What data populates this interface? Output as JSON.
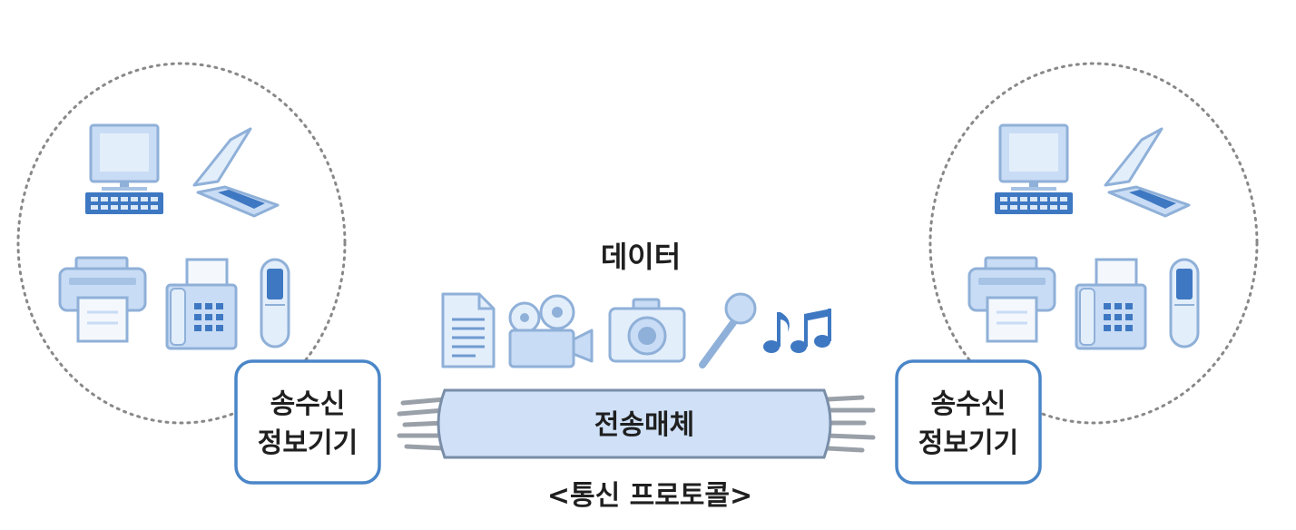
{
  "data_label": "데이터",
  "medium_label": "전송매체",
  "protocol_label": "<통신 프로토콜>",
  "left_device": {
    "line1": "송수신",
    "line2": "정보기기"
  },
  "right_device": {
    "line1": "송수신",
    "line2": "정보기기"
  },
  "data_icons": [
    "document-icon",
    "video-camera-icon",
    "photo-camera-icon",
    "microphone-icon",
    "music-note-icon"
  ],
  "device_icons": [
    "computer-icon",
    "scanner-icon",
    "printer-icon",
    "fax-icon",
    "cell-phone-icon"
  ],
  "colors": {
    "icon_fill": "#c9dcf5",
    "icon_stroke": "#8fb0d8",
    "icon_dark": "#3e78c2",
    "box_border": "#4a86c8",
    "cable_fill": "#cfe0f7",
    "cable_stroke": "#7a8ea8",
    "wire": "#9aa0a8",
    "dotted_circle": "#888888"
  }
}
